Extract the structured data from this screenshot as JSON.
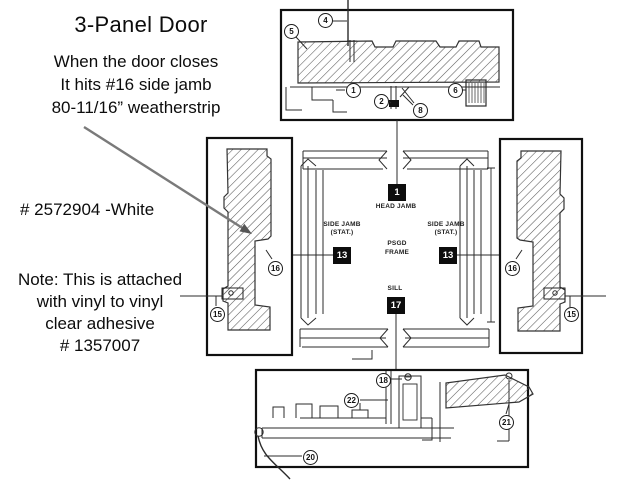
{
  "annotations": {
    "title": "3-Panel Door",
    "closing_note": [
      "When the door closes",
      "It hits #16 side jamb",
      "80-11/16”  weatherstrip"
    ],
    "part_number_white": "# 2572904 -White",
    "adhesive_note": [
      "Note: This is attached",
      "with vinyl to vinyl",
      "clear adhesive",
      "# 1357007"
    ]
  },
  "frame_labels": {
    "head_jamb": "HEAD JAMB",
    "side_jamb": "SIDE JAMB",
    "stat": "(STAT.)",
    "psgd": "PSGD",
    "frame": "FRAME",
    "sill": "SILL"
  },
  "squares": [
    "1",
    "13",
    "13",
    "17"
  ],
  "callouts": [
    "5",
    "4",
    "1",
    "2",
    "8",
    "6",
    "16",
    "15",
    "16",
    "15",
    "18",
    "22",
    "21",
    "20"
  ],
  "colors": {
    "ink": "#2b2b2b",
    "ref_square_fill": "#0d0d0d",
    "arrow_gray": "#7a7a7a"
  }
}
